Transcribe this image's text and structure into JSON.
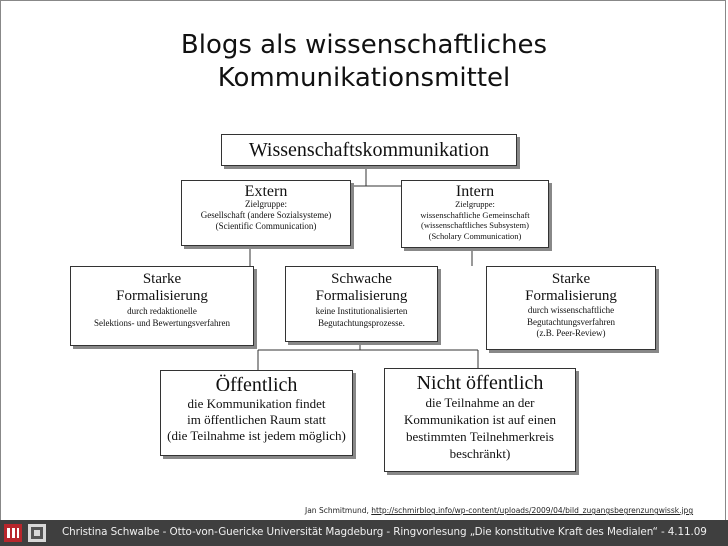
{
  "slide": {
    "title_line1": "Blogs als wissenschaftliches",
    "title_line2": "Kommunikationsmittel"
  },
  "diagram": {
    "root": {
      "title": "Wissenschaftskommunikation"
    },
    "extern": {
      "title": "Extern",
      "line1": "Zielgruppe:",
      "line2": "Gesellschaft (andere Sozialsysteme)",
      "line3": "(Scientific Communication)"
    },
    "intern": {
      "title": "Intern",
      "line1": "Zielgruppe:",
      "line2": "wissenschaftliche Gemeinschaft",
      "line3": "(wissenschaftliches Subsystem)",
      "line4": "(Scholary Communication)"
    },
    "starke_left": {
      "title1": "Starke",
      "title2": "Formalisierung",
      "line1": "durch redaktionelle",
      "line2": "Selektions- und Bewertungsverfahren"
    },
    "schwache": {
      "title1": "Schwache",
      "title2": "Formalisierung",
      "line1": "keine Institutionalisierten",
      "line2": "Begutachtungsprozesse."
    },
    "starke_right": {
      "title1": "Starke",
      "title2": "Formalisierung",
      "line1": "durch wissenschaftliche",
      "line2": "Begutachtungsverfahren",
      "line3": "(z.B. Peer-Review)"
    },
    "oeffentlich": {
      "title": "Öffentlich",
      "line1": "die Kommunikation findet",
      "line2": "im öffentlichen Raum statt",
      "line3": "(die Teilnahme ist jedem möglich)"
    },
    "nicht_oeffentlich": {
      "title": "Nicht öffentlich",
      "line1": "die Teilnahme an der",
      "line2": "Kommunikation ist auf einen",
      "line3": "bestimmten Teilnehmerkreis",
      "line4": "beschränkt)"
    }
  },
  "credit": {
    "author": "Jan Schmitmund,",
    "url": "http://schmirblog.info/wp-content/uploads/2009/04/bild_zugangsbegrenzungwissk.jpg"
  },
  "footer": {
    "text": "Christina Schwalbe - Otto-von-Guericke Universität Magdeburg - Ringvorlesung „Die konstitutive Kraft des Medialen“ - 4.11.09"
  }
}
